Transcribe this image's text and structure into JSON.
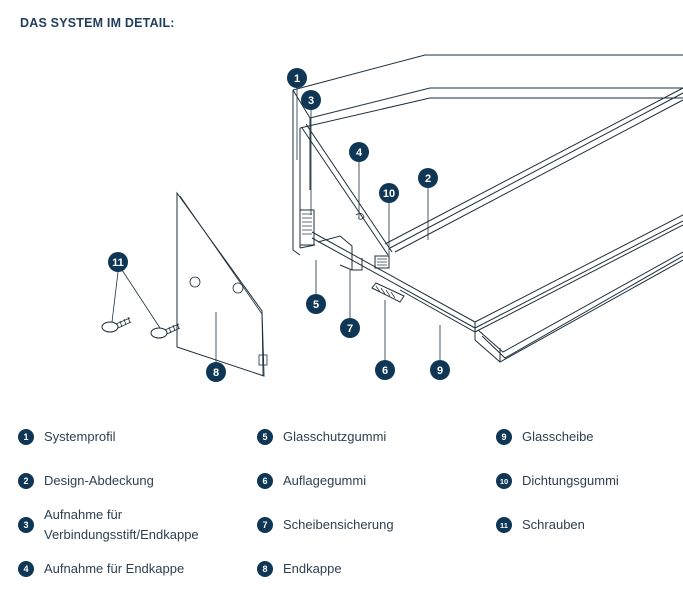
{
  "heading": "DAS SYSTEM IM DETAIL:",
  "legend": [
    {
      "num": "1",
      "label": "Systemprofil"
    },
    {
      "num": "2",
      "label": "Design-Abdeckung"
    },
    {
      "num": "3",
      "label_line1": "Aufnahme für",
      "label_line2": "Verbindungsstift/Endkappe"
    },
    {
      "num": "4",
      "label": "Aufnahme für Endkappe"
    },
    {
      "num": "5",
      "label": "Glasschutzgummi"
    },
    {
      "num": "6",
      "label": "Auflagegummi"
    },
    {
      "num": "7",
      "label": "Scheibensicherung"
    },
    {
      "num": "8",
      "label": "Endkappe"
    },
    {
      "num": "9",
      "label": "Glasscheibe"
    },
    {
      "num": "10",
      "label": "Dichtungsgummi"
    },
    {
      "num": "11",
      "label": "Schrauben"
    }
  ],
  "callouts": [
    "1",
    "2",
    "3",
    "4",
    "5",
    "6",
    "7",
    "8",
    "9",
    "10",
    "11"
  ],
  "colors": {
    "badge": "#0f3654",
    "heading": "#1f3d5c",
    "line": "#1f2f3c"
  }
}
